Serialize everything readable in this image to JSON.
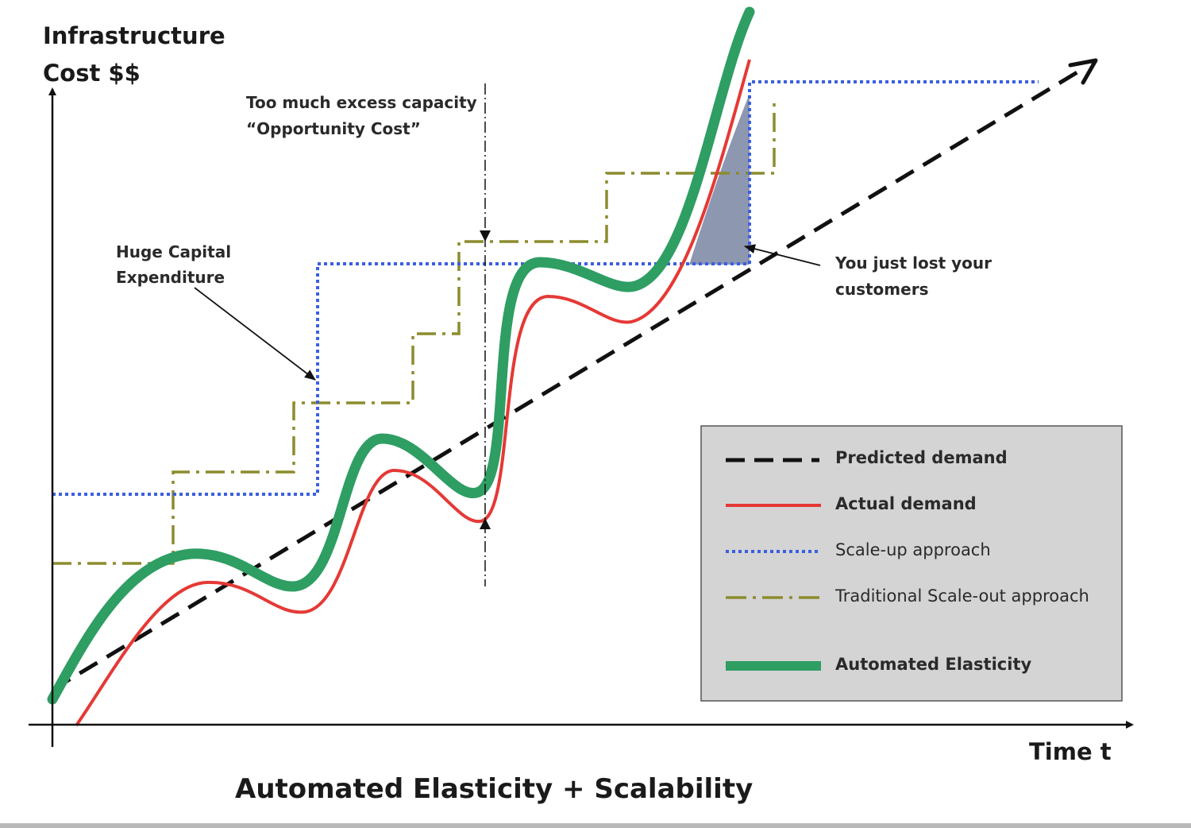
{
  "y_axis_label": [
    "Infrastructure",
    "Cost $$"
  ],
  "x_axis_label": "Time t",
  "title": "Automated Elasticity + Scalability",
  "annotations": {
    "capital": [
      "Huge Capital",
      "Expenditure"
    ],
    "excess": [
      "Too much excess capacity",
      "“Opportunity Cost”"
    ],
    "lost": [
      "You just lost your",
      "customers"
    ]
  },
  "legend": {
    "items": [
      {
        "key": "predicted",
        "label": "Predicted demand",
        "bold": true,
        "color": "#111111",
        "style": "dashed"
      },
      {
        "key": "actual",
        "label": "Actual demand",
        "bold": true,
        "color": "#e53935",
        "style": "solid"
      },
      {
        "key": "scaleup",
        "label": "Scale-up approach",
        "bold": false,
        "color": "#3b5fe0",
        "style": "dotted"
      },
      {
        "key": "scaleout",
        "label": "Traditional Scale-out approach",
        "bold": false,
        "color": "#8c8c2e",
        "style": "dash-dot"
      },
      {
        "key": "elastic",
        "label": "Automated Elasticity",
        "bold": true,
        "color": "#2e9e63",
        "style": "thick"
      }
    ],
    "background": "#d4d4d4"
  },
  "colors": {
    "predicted": "#111111",
    "actual": "#e53935",
    "scaleup": "#3b5fe0",
    "scaleout": "#8c8c2e",
    "elastic": "#2e9e63",
    "lost_region": "#8e97b0"
  }
}
